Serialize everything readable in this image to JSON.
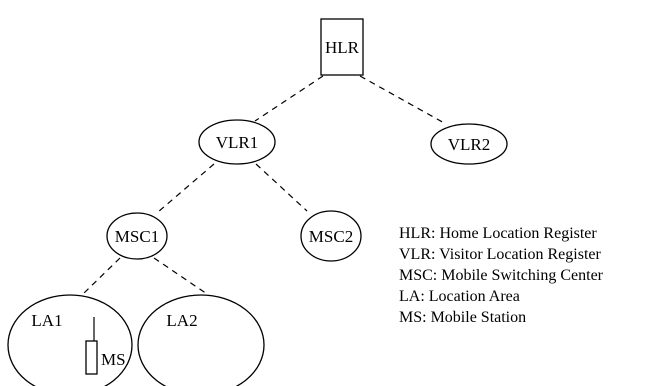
{
  "nodes": {
    "hlr": "HLR",
    "vlr1": "VLR1",
    "vlr2": "VLR2",
    "msc1": "MSC1",
    "msc2": "MSC2",
    "la1": "LA1",
    "la2": "LA2",
    "ms": "MS"
  },
  "legend": [
    "HLR: Home Location Register",
    "VLR: Visitor Location Register",
    "MSC: Mobile Switching Center",
    "LA: Location Area",
    "MS: Mobile Station"
  ]
}
